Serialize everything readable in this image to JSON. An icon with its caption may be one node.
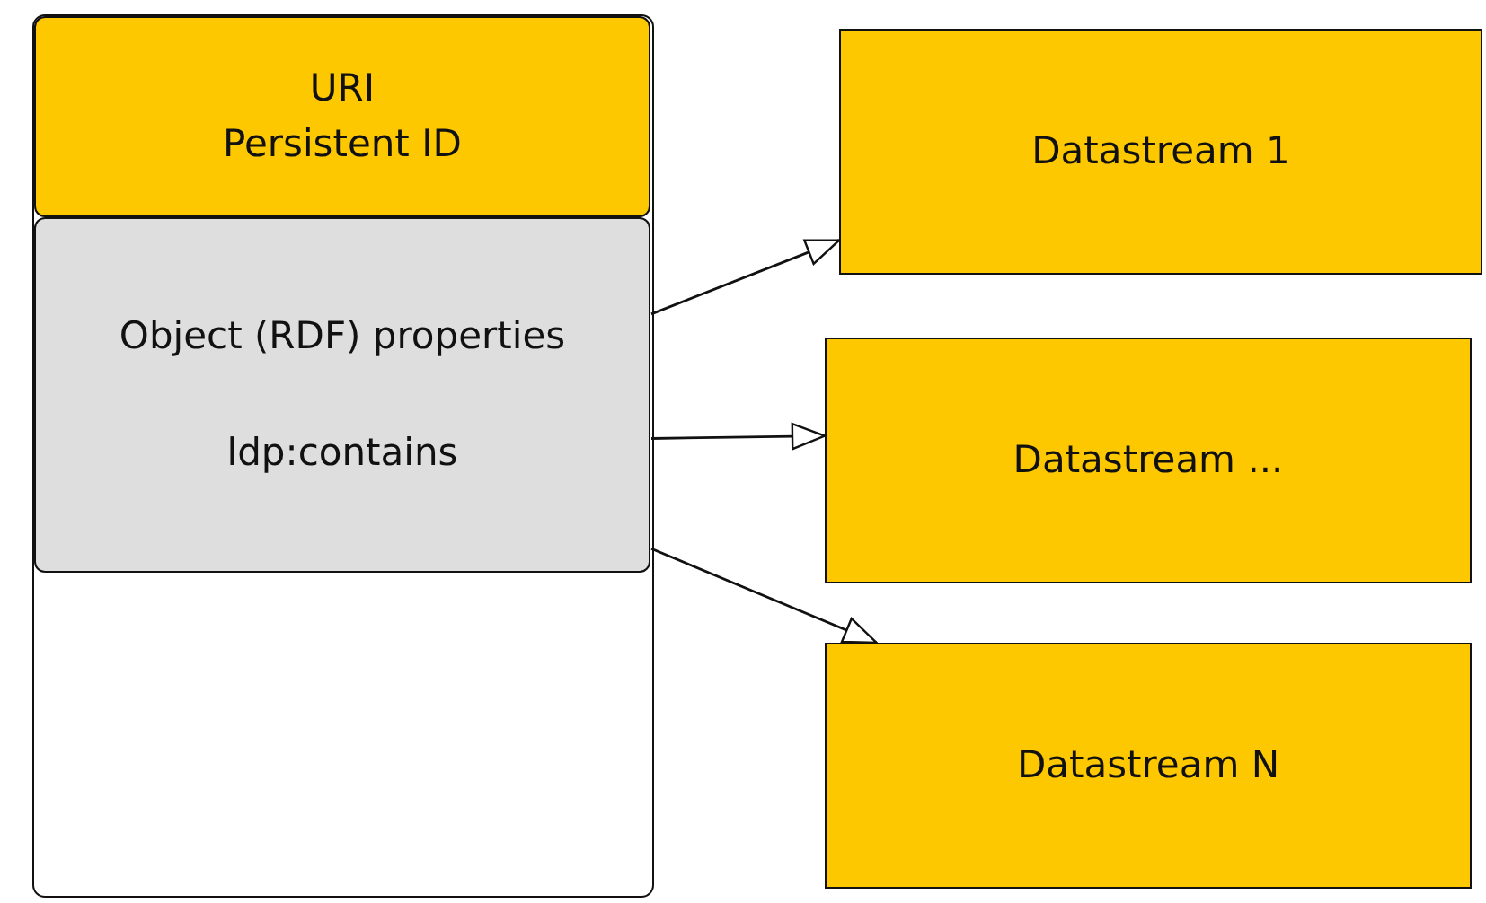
{
  "diagram": {
    "nodes": [
      {
        "text": [],
        "shape": "box"
      },
      {
        "text": [
          "URI",
          "Persistent ID"
        ],
        "in": 0
      },
      {
        "text": [
          "Object (RDF) properties",
          "ldp:contains"
        ],
        "in": 0
      },
      {
        "text": [
          "Datastream 1"
        ]
      },
      {
        "text": [
          "Datastream ..."
        ]
      },
      {
        "text": [
          "Datastream N"
        ]
      }
    ],
    "edges": [
      {
        "from": 2,
        "to": 3,
        "arrow": "to"
      },
      {
        "from": 2,
        "to": 4,
        "arrow": "to"
      },
      {
        "from": 2,
        "to": 5,
        "arrow": "to"
      }
    ]
  }
}
